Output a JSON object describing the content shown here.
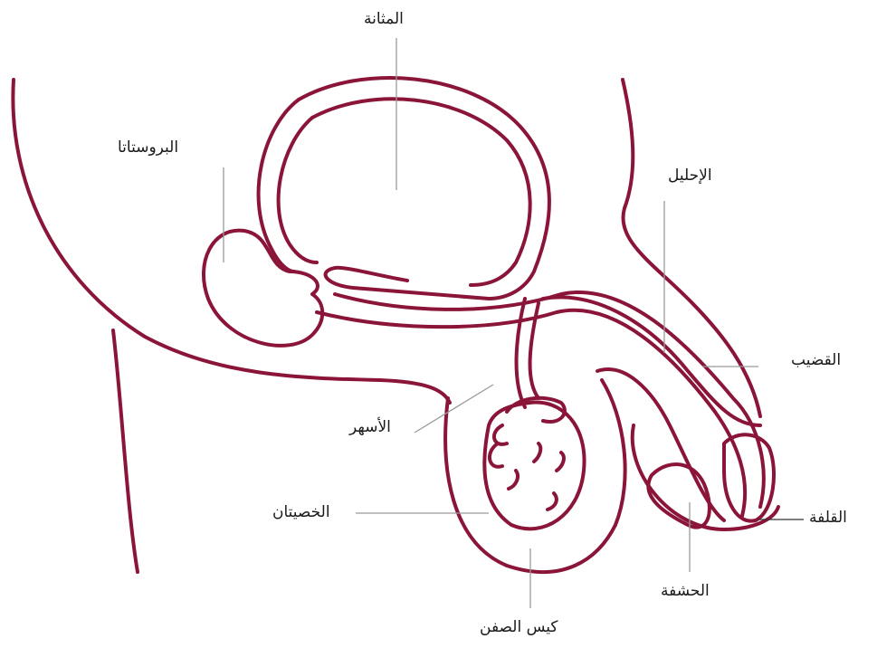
{
  "labels": {
    "bladder": "المثانة",
    "prostate": "البروستاتا",
    "urethra": "الإحليل",
    "penis": "القضيب",
    "vas_deferens": "الأسهر",
    "testes": "الخصيتان",
    "foreskin": "القلفة",
    "glans": "الحشفة",
    "scrotum": "كيس الصفن"
  },
  "colors": {
    "outline": "#8b1538",
    "leader": "#9a9a9a",
    "text": "#1a1a1a"
  }
}
